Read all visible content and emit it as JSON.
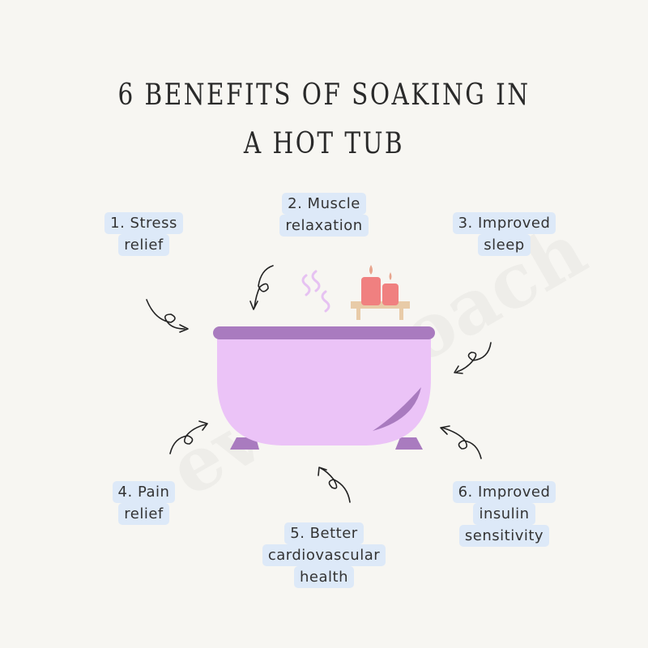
{
  "title": {
    "line1": "6 Benefits of Soaking in",
    "line2": "a Hot Tub"
  },
  "benefits": [
    {
      "lines": [
        "1. Stress",
        "relief"
      ]
    },
    {
      "lines": [
        "2. Muscle",
        "relaxation"
      ]
    },
    {
      "lines": [
        "3. Improved",
        "sleep"
      ]
    },
    {
      "lines": [
        "4. Pain",
        "relief"
      ]
    },
    {
      "lines": [
        "5. Better",
        "cardiovascular",
        "health"
      ]
    },
    {
      "lines": [
        "6. Improved",
        "insulin",
        "sensitivity"
      ]
    }
  ],
  "watermark": "everycoach",
  "colors": {
    "background": "#f7f6f2",
    "label_bg": "#dde9f8",
    "tub_body": "#ebc3f7",
    "tub_rim": "#a97bbf",
    "candle": "#f08080",
    "shelf": "#e8cba8"
  }
}
